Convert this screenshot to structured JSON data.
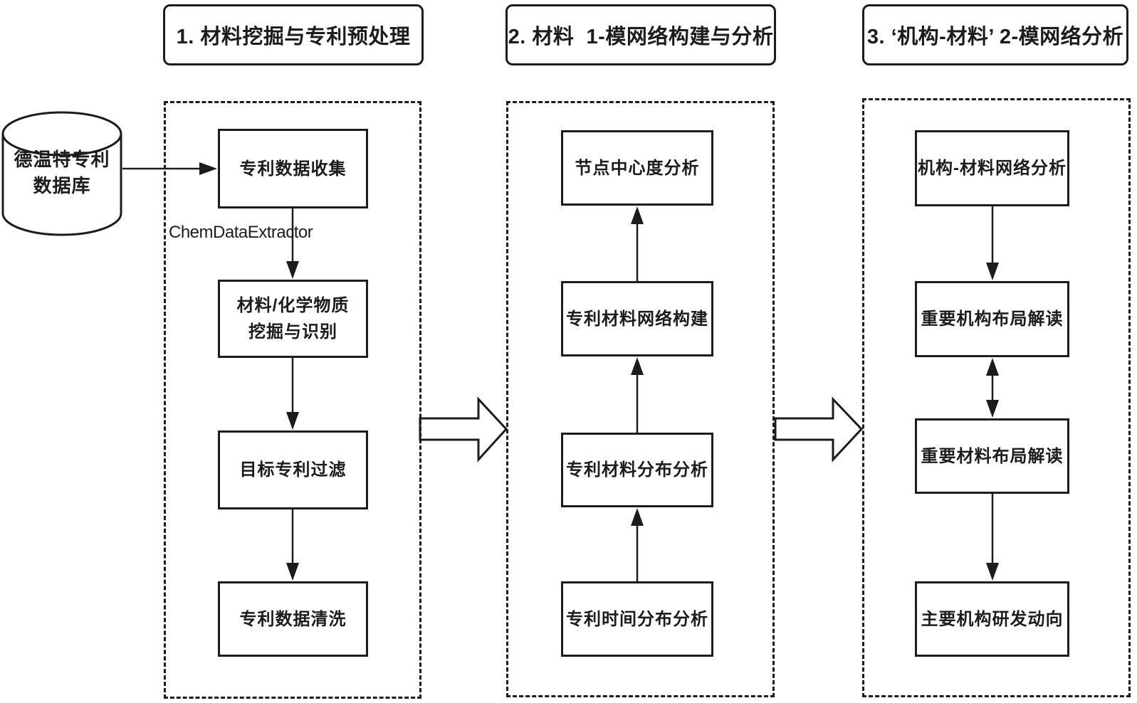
{
  "page": {
    "background": "#ffffff",
    "line_color": "#1c1c1c"
  },
  "database": {
    "label": "德温特专利\n数据库"
  },
  "tool_annotation": "ChemDataExtractor",
  "sections": [
    {
      "title": "1. 材料挖掘与专利预处理",
      "steps": [
        "专利数据收集",
        "材料/化学物质\n挖掘与识别",
        "目标专利过滤",
        "专利数据清洗"
      ]
    },
    {
      "title": "2. 材料  1-模网络构建与分析",
      "steps": [
        "节点中心度分析",
        "专利材料网络构建",
        "专利材料分布分析",
        "专利时间分布分析"
      ]
    },
    {
      "title": "3. ‘机构-材料’ 2-模网络分析",
      "steps": [
        "机构-材料网络分析",
        "重要机构布局解读",
        "重要材料布局解读",
        "主要机构研发动向"
      ]
    }
  ]
}
